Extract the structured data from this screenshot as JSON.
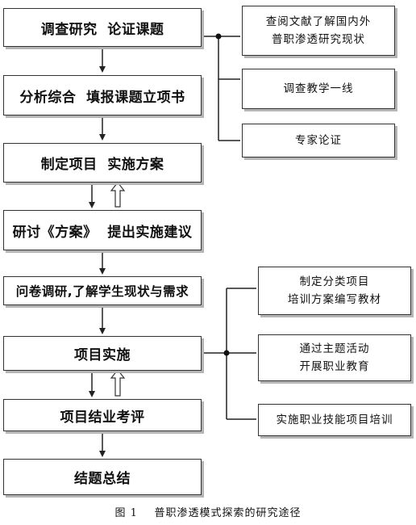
{
  "main_steps": [
    "调查研究  论证课题",
    "分析综合  填报课题立项书",
    "制定项目  实施方案",
    "研讨《方案》  提出实施建议",
    "问卷调研,了解学生现状与需求",
    "项目实施",
    "项目结业考评",
    "结题总结"
  ],
  "side_top": [
    [
      "查阅文献了解国内外",
      "普职渗透研究现状"
    ],
    [
      "调查教学一线"
    ],
    [
      "专家论证"
    ]
  ],
  "side_mid": [
    [
      "制定分类项目",
      "培训方案编写教材"
    ],
    [
      "通过主题活动",
      "开展职业教育"
    ],
    [
      "实施职业技能项目培训"
    ]
  ],
  "caption": "图 1    普职渗透模式探索的研究途径"
}
